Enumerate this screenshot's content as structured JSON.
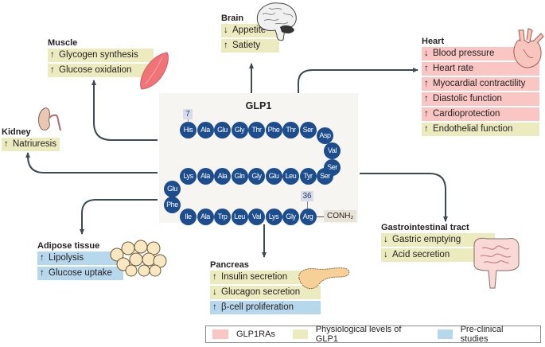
{
  "center": {
    "title": "GLP1",
    "start_residue": "7",
    "end_residue": "36",
    "terminal_group": "CONH₂",
    "row1": [
      "His",
      "Ala",
      "Glu",
      "Gly",
      "Thr",
      "Phe",
      "Thr",
      "Ser"
    ],
    "turn1": [
      "Asp",
      "Val",
      "Ser"
    ],
    "row2": [
      "Lys",
      "Ala",
      "Ala",
      "Gln",
      "Gly",
      "Glu",
      "Leu",
      "Tyr",
      "Ser"
    ],
    "turn2": [
      "Glu",
      "Phe"
    ],
    "row3": [
      "Ile",
      "Ala",
      "Trp",
      "Leu",
      "Val",
      "Lys",
      "Gly",
      "Arg"
    ]
  },
  "organs": {
    "brain": {
      "title": "Brain",
      "effects": [
        {
          "dir": "↓",
          "text": "Appetite",
          "cat": "physiological"
        },
        {
          "dir": "↑",
          "text": "Satiety",
          "cat": "physiological"
        }
      ],
      "icon": "brain-icon"
    },
    "muscle": {
      "title": "Muscle",
      "effects": [
        {
          "dir": "↑",
          "text": "Glycogen synthesis",
          "cat": "physiological"
        },
        {
          "dir": "↑",
          "text": "Glucose oxidation",
          "cat": "physiological"
        }
      ],
      "icon": "muscle-icon"
    },
    "heart": {
      "title": "Heart",
      "effects": [
        {
          "dir": "↓",
          "text": "Blood pressure",
          "cat": "glp1ra"
        },
        {
          "dir": "↑",
          "text": "Heart rate",
          "cat": "glp1ra"
        },
        {
          "dir": "↑",
          "text": "Myocardial contractility",
          "cat": "glp1ra"
        },
        {
          "dir": "↑",
          "text": "Diastolic function",
          "cat": "glp1ra"
        },
        {
          "dir": "↑",
          "text": "Cardioprotection",
          "cat": "glp1ra"
        },
        {
          "dir": "↑",
          "text": "Endothelial function",
          "cat": "physiological"
        }
      ],
      "icon": "heart-icon"
    },
    "kidney": {
      "title": "Kidney",
      "effects": [
        {
          "dir": "↑",
          "text": "Natriuresis",
          "cat": "physiological"
        }
      ],
      "icon": "kidney-icon"
    },
    "adipose": {
      "title": "Adipose tissue",
      "effects": [
        {
          "dir": "↑",
          "text": "Lipolysis",
          "cat": "preclinical"
        },
        {
          "dir": "↑",
          "text": "Glucose uptake",
          "cat": "preclinical"
        }
      ],
      "icon": "adipose-cells-icon"
    },
    "pancreas": {
      "title": "Pancreas",
      "effects": [
        {
          "dir": "↑",
          "text": "Insulin secretion",
          "cat": "physiological"
        },
        {
          "dir": "↓",
          "text": "Glucagon secretion",
          "cat": "physiological"
        },
        {
          "dir": "↑",
          "text": "β-cell proliferation",
          "cat": "preclinical"
        }
      ],
      "icon": "pancreas-icon"
    },
    "gi": {
      "title": "Gastrointestinal tract",
      "effects": [
        {
          "dir": "↓",
          "text": "Gastric emptying",
          "cat": "physiological"
        },
        {
          "dir": "↓",
          "text": "Acid secretion",
          "cat": "physiological"
        }
      ],
      "icon": "intestine-icon"
    }
  },
  "legend": [
    {
      "label": "GLP1RAs",
      "color": "#f9c6c4"
    },
    {
      "label": "Physiological levels of GLP1",
      "color": "#ecebc0"
    },
    {
      "label": "Pre-clinical studies",
      "color": "#b7d8ec"
    }
  ],
  "colors": {
    "glp1ra": "#f9c6c4",
    "physiological": "#ecebc0",
    "preclinical": "#b7d8ec",
    "residue": "#1d4d8c",
    "arrow": "#3d4a52"
  }
}
